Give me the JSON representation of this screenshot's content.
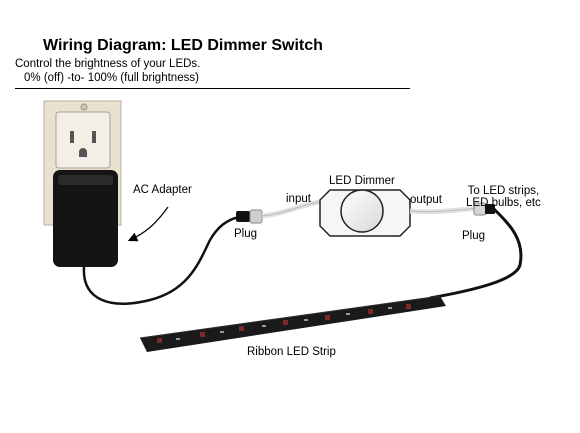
{
  "header": {
    "title": "Wiring Diagram: LED Dimmer Switch",
    "subtitle_line1": "Control the brightness of your LEDs.",
    "subtitle_line2": "0% (off) -to- 100% (full brightness)"
  },
  "labels": {
    "ac_adapter": "AC Adapter",
    "plug_left": "Plug",
    "input": "input",
    "dimmer": "LED Dimmer",
    "output": "output",
    "to_led_line1": "To LED strips,",
    "to_led_line2": "LED bulbs, etc",
    "plug_right": "Plug",
    "ribbon": "Ribbon LED Strip"
  },
  "colors": {
    "cable": "#111111",
    "wall_plate": "#e9e1cf",
    "dimmer_wire": "#e4e4e4",
    "led_strip": "#1a1a1a"
  }
}
